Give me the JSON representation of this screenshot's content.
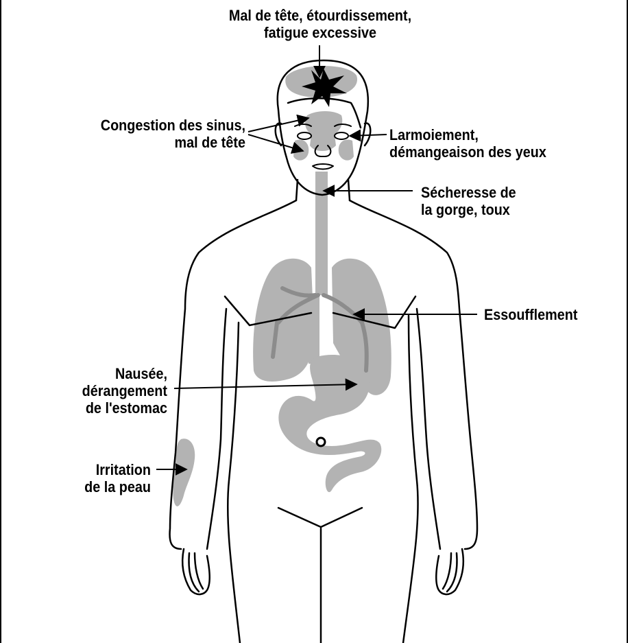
{
  "labels": {
    "head": [
      "Mal de tête, étourdissement,",
      "fatigue excessive"
    ],
    "sinus": [
      "Congestion des sinus,",
      "mal de tête"
    ],
    "eyes": [
      "Larmoiement,",
      "démangeaison des yeux"
    ],
    "throat": [
      "Sécheresse de",
      "la gorge, toux"
    ],
    "breath": [
      "Essoufflement"
    ],
    "stomach": [
      "Nausée,",
      "dérangement",
      "de l'estomac"
    ],
    "skin": [
      "Irritation",
      "de la peau"
    ]
  },
  "colors": {
    "outline": "#000000",
    "organs": "#b3b3b3",
    "organs_dark": "#8c8c8c",
    "background": "#ffffff"
  }
}
